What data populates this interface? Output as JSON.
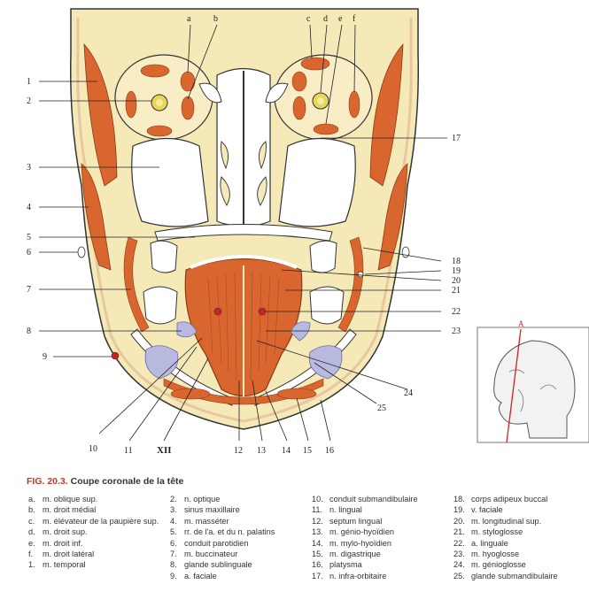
{
  "figure": {
    "caption_prefix": "FIG. 20.3.",
    "caption_text": "Coupe coronale de la tête",
    "left_labels": [
      "1",
      "2",
      "3",
      "4",
      "5",
      "6",
      "7",
      "8",
      "9"
    ],
    "top_labels": [
      "a",
      "b",
      "c",
      "d",
      "e",
      "f"
    ],
    "right_labels": [
      "17",
      "18",
      "19",
      "20",
      "21",
      "22",
      "23",
      "24",
      "25"
    ],
    "bottom_labels": [
      "10",
      "11",
      "XII",
      "12",
      "13",
      "14",
      "15",
      "16"
    ],
    "colors": {
      "background": "#ffffff",
      "fat": "#f6e9b8",
      "muscle": "#d9662f",
      "bone": "#ffffff",
      "outline": "#333333",
      "gland": "#b7b9df",
      "accent_red": "#cc2222"
    }
  },
  "legend": {
    "col1": [
      {
        "key": "a.",
        "text": "m. oblique sup."
      },
      {
        "key": "b.",
        "text": "m. droit médial"
      },
      {
        "key": "c.",
        "text": "m. élévateur de la paupière sup."
      },
      {
        "key": "d.",
        "text": "m. droit sup."
      },
      {
        "key": "e.",
        "text": "m. droit inf."
      },
      {
        "key": "f.",
        "text": "m. droit latéral"
      },
      {
        "key": "1.",
        "text": "m. temporal"
      }
    ],
    "col2": [
      {
        "key": "2.",
        "text": "n. optique"
      },
      {
        "key": "3.",
        "text": "sinus maxillaire"
      },
      {
        "key": "4.",
        "text": "m. masséter"
      },
      {
        "key": "5.",
        "text": "rr. de l'a. et du n. palatins"
      },
      {
        "key": "6.",
        "text": "conduit parotidien"
      },
      {
        "key": "7.",
        "text": "m. buccinateur"
      },
      {
        "key": "8.",
        "text": "glande sublinguale"
      },
      {
        "key": "9.",
        "text": "a. faciale"
      }
    ],
    "col3": [
      {
        "key": "10.",
        "text": "conduit submandibulaire"
      },
      {
        "key": "11.",
        "text": "n. lingual"
      },
      {
        "key": "12.",
        "text": "septum lingual"
      },
      {
        "key": "13.",
        "text": "m. génio-hyoïdien"
      },
      {
        "key": "14.",
        "text": "m. mylo-hyoïdien"
      },
      {
        "key": "15.",
        "text": "m. digastrique"
      },
      {
        "key": "16.",
        "text": "platysma"
      },
      {
        "key": "17.",
        "text": "n. infra-orbitaire"
      }
    ],
    "col4": [
      {
        "key": "18.",
        "text": "corps adipeux buccal"
      },
      {
        "key": "19.",
        "text": "v. faciale"
      },
      {
        "key": "20.",
        "text": "m. longitudinal sup."
      },
      {
        "key": "21.",
        "text": "m. styloglosse"
      },
      {
        "key": "22.",
        "text": "a. linguale"
      },
      {
        "key": "23.",
        "text": "m. hyoglosse"
      },
      {
        "key": "24.",
        "text": "m. génioglosse"
      },
      {
        "key": "25.",
        "text": "glande submandibulaire"
      }
    ]
  },
  "inset": {
    "marker_label": "A"
  }
}
